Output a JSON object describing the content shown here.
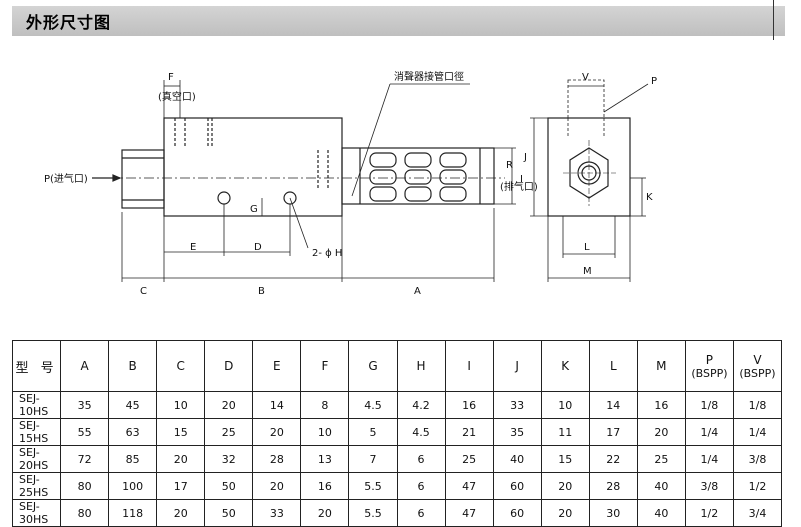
{
  "title": "外形尺寸图",
  "drawing_labels": {
    "F": "F",
    "vacuum_port": "(真空口)",
    "muffler_port": "消聲器接管口徑",
    "inlet_port": "P(进气口)",
    "R": "R",
    "exhaust_port": "(排气口)",
    "I": "I",
    "G": "G",
    "E": "E",
    "D": "D",
    "H": "2- ϕ H",
    "C": "C",
    "B": "B",
    "A": "A",
    "V": "V",
    "P": "P",
    "J": "J",
    "K": "K",
    "L": "L",
    "M": "M"
  },
  "table": {
    "headers": [
      {
        "label": "型 号",
        "sub": ""
      },
      {
        "label": "A",
        "sub": ""
      },
      {
        "label": "B",
        "sub": ""
      },
      {
        "label": "C",
        "sub": ""
      },
      {
        "label": "D",
        "sub": ""
      },
      {
        "label": "E",
        "sub": ""
      },
      {
        "label": "F",
        "sub": ""
      },
      {
        "label": "G",
        "sub": ""
      },
      {
        "label": "H",
        "sub": ""
      },
      {
        "label": "I",
        "sub": ""
      },
      {
        "label": "J",
        "sub": ""
      },
      {
        "label": "K",
        "sub": ""
      },
      {
        "label": "L",
        "sub": ""
      },
      {
        "label": "M",
        "sub": ""
      },
      {
        "label": "P",
        "sub": "(BSPP)"
      },
      {
        "label": "V",
        "sub": "(BSPP)"
      }
    ],
    "rows": [
      [
        "SEJ-10HS",
        "35",
        "45",
        "10",
        "20",
        "14",
        "8",
        "4.5",
        "4.2",
        "16",
        "33",
        "10",
        "14",
        "16",
        "1/8",
        "1/8"
      ],
      [
        "SEJ-15HS",
        "55",
        "63",
        "15",
        "25",
        "20",
        "10",
        "5",
        "4.5",
        "21",
        "35",
        "11",
        "17",
        "20",
        "1/4",
        "1/4"
      ],
      [
        "SEJ-20HS",
        "72",
        "85",
        "20",
        "32",
        "28",
        "13",
        "7",
        "6",
        "25",
        "40",
        "15",
        "22",
        "25",
        "1/4",
        "3/8"
      ],
      [
        "SEJ-25HS",
        "80",
        "100",
        "17",
        "50",
        "20",
        "16",
        "5.5",
        "6",
        "47",
        "60",
        "20",
        "28",
        "40",
        "3/8",
        "1/2"
      ],
      [
        "SEJ-30HS",
        "80",
        "118",
        "20",
        "50",
        "33",
        "20",
        "5.5",
        "6",
        "47",
        "60",
        "20",
        "30",
        "40",
        "1/2",
        "3/4"
      ]
    ]
  }
}
